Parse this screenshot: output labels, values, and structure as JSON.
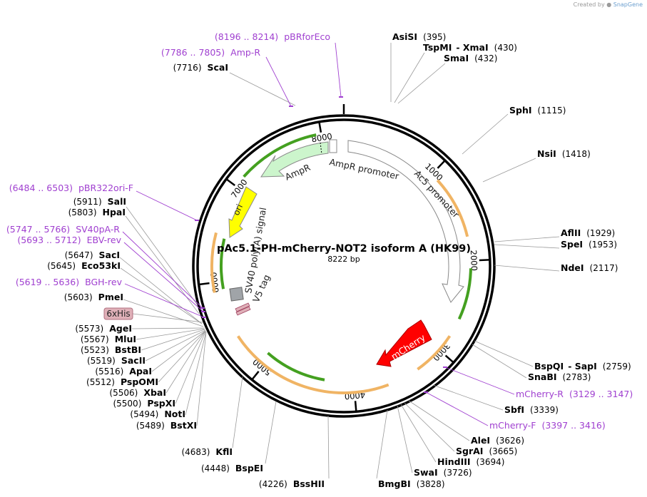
{
  "credit": {
    "prefix": "Created by",
    "brand": "SnapGene"
  },
  "plasmid": {
    "name": "pAc5.1-PH-mCherry-NOT2 isoform A (HK99)",
    "length_label": "8222 bp",
    "length": 8222
  },
  "ticks": [
    1000,
    2000,
    3000,
    4000,
    5000,
    6000,
    7000,
    8000
  ],
  "enzymes": [
    {
      "name": "AsiSI",
      "pos": "(395)"
    },
    {
      "name": "TspMI",
      "sep": "- XmaI",
      "pos": "(430)"
    },
    {
      "name": "SmaI",
      "pos": "(432)"
    },
    {
      "name": "SphI",
      "pos": "(1115)"
    },
    {
      "name": "NsiI",
      "pos": "(1418)"
    },
    {
      "name": "AflII",
      "pos": "(1929)"
    },
    {
      "name": "SpeI",
      "pos": "(1953)"
    },
    {
      "name": "NdeI",
      "pos": "(2117)"
    },
    {
      "name": "BspQI",
      "sep": "- SapI",
      "pos": "(2759)"
    },
    {
      "name": "SnaBI",
      "pos": "(2783)"
    },
    {
      "name": "SbfI",
      "pos": "(3339)"
    },
    {
      "name": "AleI",
      "pos": "(3626)"
    },
    {
      "name": "SgrAI",
      "pos": "(3665)"
    },
    {
      "name": "HindIII",
      "pos": "(3694)"
    },
    {
      "name": "SwaI",
      "pos": "(3726)"
    },
    {
      "name": "BmgBI",
      "pos": "(3828)"
    },
    {
      "name": "BssHII",
      "pos": "(4226)"
    },
    {
      "name": "BspEI",
      "pos": "(4448)"
    },
    {
      "name": "KflI",
      "pos": "(4683)"
    },
    {
      "name": "BstXI",
      "pos": "(5489)"
    },
    {
      "name": "NotI",
      "pos": "(5494)"
    },
    {
      "name": "PspXI",
      "pos": "(5500)"
    },
    {
      "name": "XbaI",
      "pos": "(5506)"
    },
    {
      "name": "PspOMI",
      "pos": "(5512)"
    },
    {
      "name": "ApaI",
      "pos": "(5516)"
    },
    {
      "name": "SacII",
      "pos": "(5519)"
    },
    {
      "name": "BstBI",
      "pos": "(5523)"
    },
    {
      "name": "MluI",
      "pos": "(5567)"
    },
    {
      "name": "AgeI",
      "pos": "(5573)"
    },
    {
      "name": "PmeI",
      "pos": "(5603)"
    },
    {
      "name": "Eco53kI",
      "pos": "(5645)"
    },
    {
      "name": "SacI",
      "pos": "(5647)"
    },
    {
      "name": "HpaI",
      "pos": "(5803)"
    },
    {
      "name": "SalI",
      "pos": "(5911)"
    },
    {
      "name": "ScaI",
      "pos": "(7716)"
    }
  ],
  "primers": [
    {
      "name": "pBRforEco",
      "range": "(8196 .. 8214)"
    },
    {
      "name": "Amp-R",
      "range": "(7786 .. 7805)"
    },
    {
      "name": "pBR322ori-F",
      "range": "(6484 .. 6503)"
    },
    {
      "name": "SV40pA-R",
      "range": "(5747 .. 5766)"
    },
    {
      "name": "EBV-rev",
      "range": "(5693 .. 5712)"
    },
    {
      "name": "BGH-rev",
      "range": "(5619 .. 5636)"
    },
    {
      "name": "mCherry-R",
      "range": "(3129 .. 3147)"
    },
    {
      "name": "mCherry-F",
      "range": "(3397 .. 3416)"
    }
  ],
  "tag_label": "6xHis",
  "features": {
    "ampr": "AmpR",
    "ampr_promoter": "AmpR promoter",
    "ac5_promoter": "Ac5 promoter",
    "mcherry": "mCherry",
    "ori": "ori",
    "sv40": "SV40 poly(A) signal",
    "v5": "V5 tag"
  },
  "colors": {
    "backbone": "#000000",
    "ampr_fill": "#ccf5cc",
    "ori_fill": "#ffff00",
    "mcherry_fill": "#ff0000",
    "orf_orange": "#f0b464",
    "orf_green": "#44a020",
    "primer": "#a040d0",
    "tag_fill": "#dfb0b8"
  }
}
